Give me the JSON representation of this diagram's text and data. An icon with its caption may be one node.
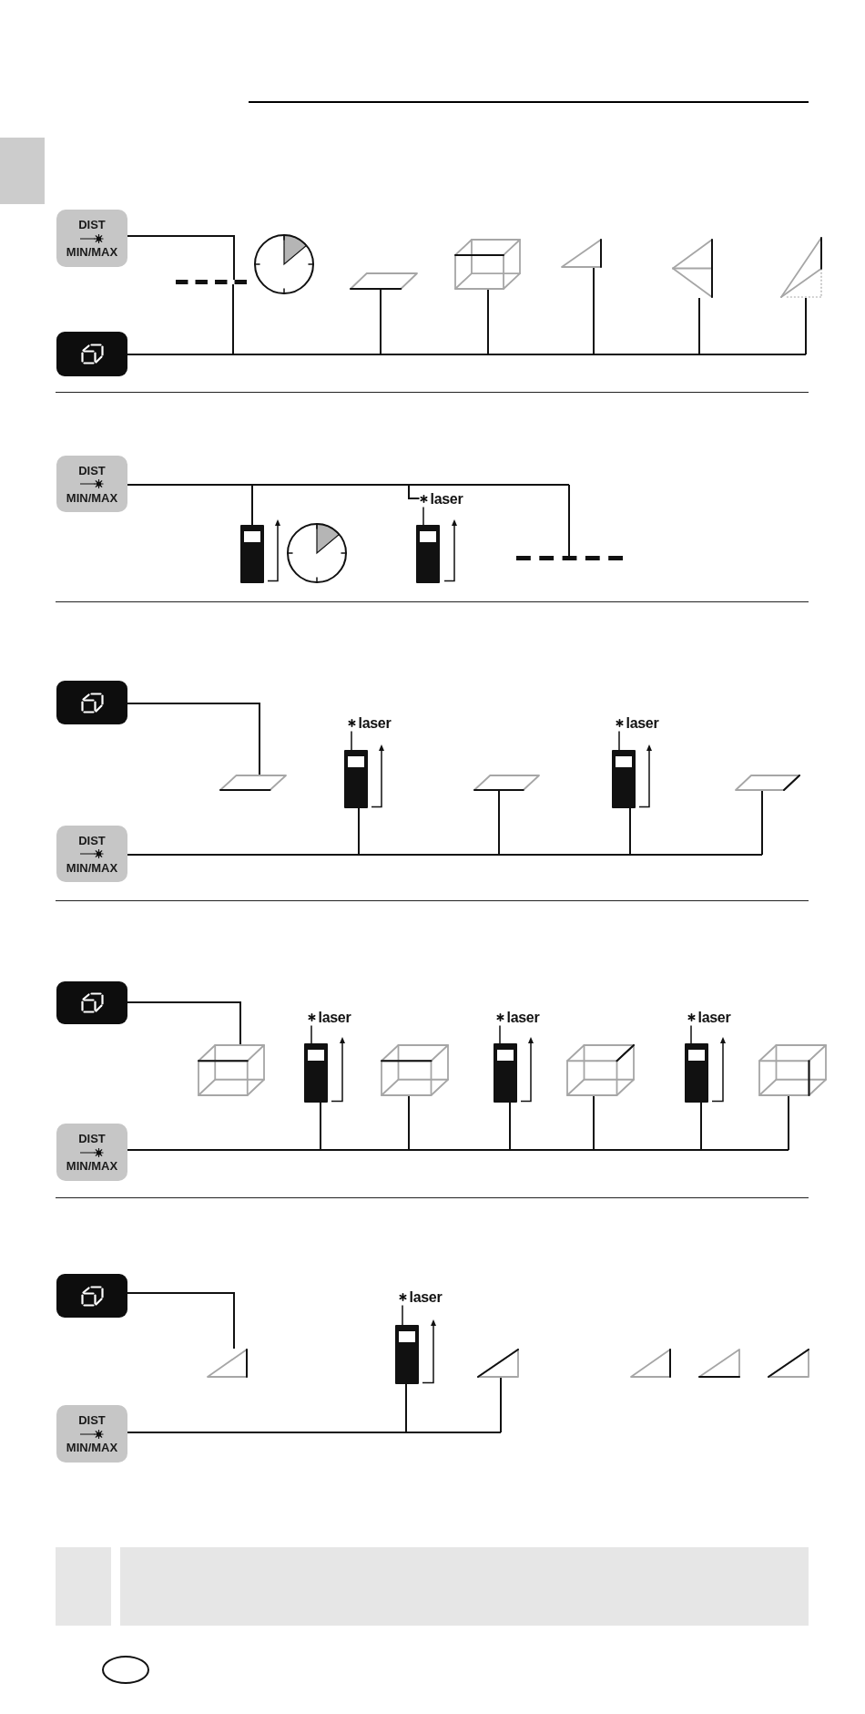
{
  "diagram": {
    "nodes": [
      {
        "text": [
          "DIST",
          "MIN/MAX"
        ]
      },
      {
        "text": [],
        "shape": "picture"
      },
      {
        "text": [],
        "shape": "picture"
      },
      {
        "text": [],
        "shape": "picture"
      },
      {
        "text": [],
        "shape": "picture"
      },
      {
        "text": [],
        "shape": "picture"
      },
      {
        "text": [],
        "shape": "picture"
      },
      {
        "text": [],
        "shape": "picture"
      },
      {
        "text": [],
        "shape": "box"
      },
      {
        "text": [
          "DIST",
          "MIN/MAX"
        ]
      },
      {
        "text": [
          "laser"
        ]
      },
      {
        "text": [],
        "shape": "picture"
      },
      {
        "text": [],
        "shape": "picture"
      },
      {
        "text": [],
        "shape": "picture"
      },
      {
        "text": [],
        "shape": "picture"
      },
      {
        "text": [],
        "shape": "box"
      },
      {
        "text": [
          "laser"
        ]
      },
      {
        "text": [
          "laser"
        ]
      },
      {
        "text": [],
        "shape": "picture"
      },
      {
        "text": [],
        "shape": "picture"
      },
      {
        "text": [],
        "shape": "picture"
      },
      {
        "text": [],
        "shape": "picture"
      },
      {
        "text": [],
        "shape": "picture"
      },
      {
        "text": [
          "DIST",
          "MIN/MAX"
        ]
      },
      {
        "text": [],
        "shape": "box"
      },
      {
        "text": [
          "laser"
        ]
      },
      {
        "text": [
          "laser"
        ]
      },
      {
        "text": [
          "laser"
        ]
      },
      {
        "text": [],
        "shape": "picture"
      },
      {
        "text": [],
        "shape": "picture"
      },
      {
        "text": [],
        "shape": "picture"
      },
      {
        "text": [],
        "shape": "picture"
      },
      {
        "text": [],
        "shape": "picture"
      },
      {
        "text": [],
        "shape": "picture"
      },
      {
        "text": [],
        "shape": "picture"
      },
      {
        "text": [
          "DIST",
          "MIN/MAX"
        ]
      },
      {
        "text": [],
        "shape": "box"
      },
      {
        "text": [
          "laser"
        ]
      },
      {
        "text": [],
        "shape": "picture"
      },
      {
        "text": [],
        "shape": "picture"
      },
      {
        "text": [],
        "shape": "picture"
      },
      {
        "text": [],
        "shape": "picture"
      },
      {
        "text": [],
        "shape": "picture"
      },
      {
        "text": [],
        "shape": "picture"
      },
      {
        "text": [
          "DIST",
          "MIN/MAX"
        ]
      }
    ],
    "edges": [
      {
        "from": 0,
        "to": 1,
        "arrow": "none"
      },
      {
        "from": 8,
        "to": 1,
        "arrow": "none"
      },
      {
        "from": 8,
        "to": 3,
        "arrow": "none"
      },
      {
        "from": 8,
        "to": 4,
        "arrow": "none"
      },
      {
        "from": 8,
        "to": 5,
        "arrow": "none"
      },
      {
        "from": 8,
        "to": 6,
        "arrow": "none"
      },
      {
        "from": 8,
        "to": 7,
        "arrow": "none"
      },
      {
        "from": 9,
        "to": 11,
        "arrow": "none"
      },
      {
        "from": 9,
        "to": 10,
        "arrow": "none"
      },
      {
        "from": 9,
        "to": 14,
        "arrow": "none"
      },
      {
        "from": 10,
        "to": 13,
        "arrow": "none"
      },
      {
        "from": 15,
        "to": 18,
        "arrow": "none"
      },
      {
        "from": 23,
        "to": 19,
        "arrow": "none"
      },
      {
        "from": 23,
        "to": 20,
        "arrow": "none"
      },
      {
        "from": 23,
        "to": 21,
        "arrow": "none"
      },
      {
        "from": 23,
        "to": 22,
        "arrow": "none"
      },
      {
        "from": 16,
        "to": 19,
        "arrow": "none"
      },
      {
        "from": 17,
        "to": 21,
        "arrow": "none"
      },
      {
        "from": 24,
        "to": 28,
        "arrow": "none"
      },
      {
        "from": 35,
        "to": 29,
        "arrow": "none"
      },
      {
        "from": 35,
        "to": 30,
        "arrow": "none"
      },
      {
        "from": 35,
        "to": 31,
        "arrow": "none"
      },
      {
        "from": 35,
        "to": 32,
        "arrow": "none"
      },
      {
        "from": 35,
        "to": 33,
        "arrow": "none"
      },
      {
        "from": 35,
        "to": 34,
        "arrow": "none"
      },
      {
        "from": 25,
        "to": 29,
        "arrow": "none"
      },
      {
        "from": 26,
        "to": 31,
        "arrow": "none"
      },
      {
        "from": 27,
        "to": 33,
        "arrow": "none"
      },
      {
        "from": 36,
        "to": 38,
        "arrow": "none"
      },
      {
        "from": 44,
        "to": 39,
        "arrow": "none"
      },
      {
        "from": 44,
        "to": 40,
        "arrow": "none"
      },
      {
        "from": 37,
        "to": 39,
        "arrow": "none"
      }
    ]
  }
}
